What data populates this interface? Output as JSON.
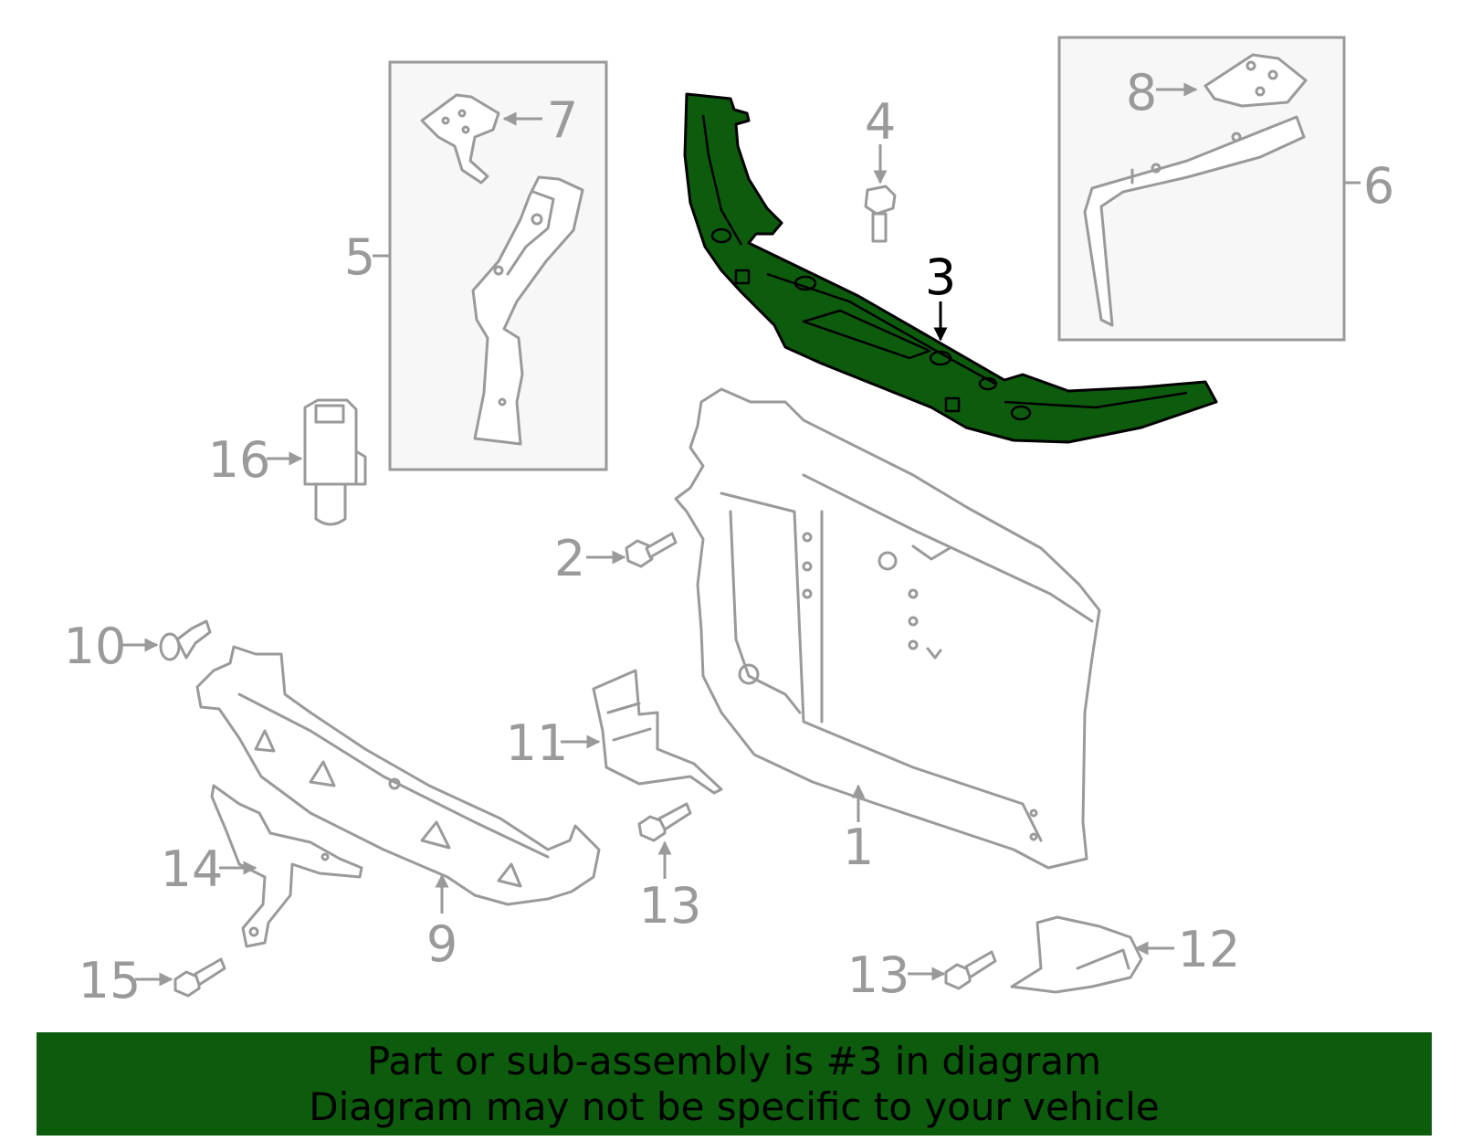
{
  "callouts": [
    {
      "id": "1",
      "label": "1"
    },
    {
      "id": "2",
      "label": "2"
    },
    {
      "id": "3",
      "label": "3",
      "highlighted": true
    },
    {
      "id": "4",
      "label": "4"
    },
    {
      "id": "5",
      "label": "5"
    },
    {
      "id": "6",
      "label": "6"
    },
    {
      "id": "7",
      "label": "7"
    },
    {
      "id": "8",
      "label": "8"
    },
    {
      "id": "9",
      "label": "9"
    },
    {
      "id": "10",
      "label": "10"
    },
    {
      "id": "11",
      "label": "11"
    },
    {
      "id": "12",
      "label": "12"
    },
    {
      "id": "13a",
      "label": "13"
    },
    {
      "id": "13b",
      "label": "13"
    },
    {
      "id": "14",
      "label": "14"
    },
    {
      "id": "15",
      "label": "15"
    },
    {
      "id": "16",
      "label": "16"
    }
  ],
  "banner": {
    "line1": "Part or sub-assembly is #3 in diagram",
    "line2": "Diagram may not be specific to your vehicle"
  },
  "colors": {
    "highlight": "#0d5c0d",
    "line_art": "#9a9a9a",
    "active_text": "#000000"
  }
}
